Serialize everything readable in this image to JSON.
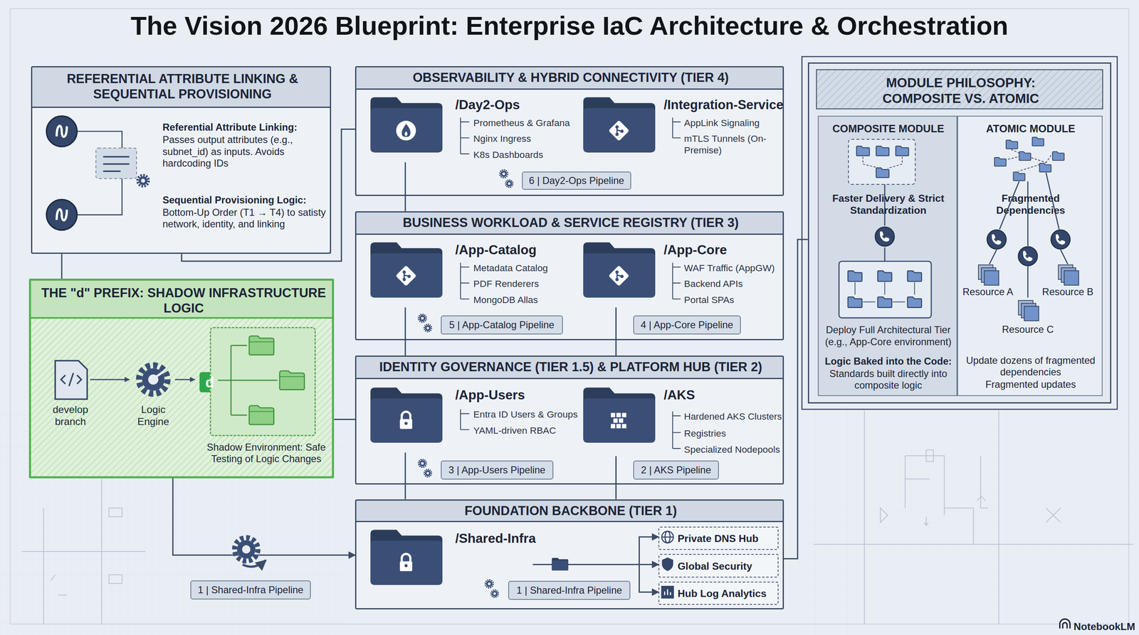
{
  "diagram": {
    "title": "The Vision 2026 Blueprint: Enterprise IaC Architecture & Orchestration",
    "nodes": [
      {
        "text": [
          "REFERENTIAL ATTRIBUTE LINKING & SEQUENTIAL PROVISIONING",
          "Referential Attribute Linking:",
          "Passes output attributes (e.g., subnet_id) as inputs. Avoids hardcoding IDs",
          "Sequential Provisioning Logic:",
          "Bottom-Up Order (T1 → T4) to satisty network, identity, and linking"
        ]
      },
      {
        "text": [
          "THE \"d\" PREFIX: SHADOW INFRASTRUCTURE LOGIC"
        ]
      },
      {
        "text": [
          "d"
        ],
        "in": 1
      },
      {
        "text": [
          "Shadow Environment: Safe Testing of Logic Changes"
        ],
        "in": 1
      },
      {
        "text": [
          "1 | Shared-Infra Pipeline"
        ]
      },
      {
        "text": [
          "OBSERVABILITY & HYBRID CONNECTIVITY (TIER 4)"
        ]
      },
      {
        "text": [
          "/Day2-Ops",
          "Prometheus & Grafana",
          "Nginx Ingress",
          "K8s Dashboards"
        ],
        "in": 5
      },
      {
        "text": [
          "/Integration-Service",
          "AppLink Signaling",
          "mTLS Tunnels (On-Premise)"
        ],
        "in": 5
      },
      {
        "text": [
          "6 | Day2-Ops Pipeline"
        ],
        "in": 5
      },
      {
        "text": [
          "BUSINESS WORKLOAD & SERVICE REGISTRY (TIER 3)"
        ]
      },
      {
        "text": [
          "/App-Catalog",
          "Metadata Catalog",
          "PDF Renderers",
          "MongoDB Allas"
        ],
        "in": 9
      },
      {
        "text": [
          "/App-Core",
          "WAF Traffic (AppGW)",
          "Backend APIs",
          "Portal SPAs"
        ],
        "in": 9
      },
      {
        "text": [
          "5 | App-Catalog Pipeline"
        ],
        "in": 9
      },
      {
        "text": [
          "4 | App-Core Pipeline"
        ],
        "in": 9
      },
      {
        "text": [
          "IDENTITY GOVERNANCE (TIER 1.5) & PLATFORM HUB (TIER 2)"
        ]
      },
      {
        "text": [
          "/App-Users",
          "Entra ID Users & Groups",
          "YAML-driven RBAC"
        ],
        "in": 14
      },
      {
        "text": [
          "/AKS",
          "Hardened AKS Clusters",
          "Registries",
          "Specialized Nodepools"
        ],
        "in": 14
      },
      {
        "text": [
          "3 | App-Users Pipeline"
        ],
        "in": 14
      },
      {
        "text": [
          "2 | AKS Pipeline"
        ],
        "in": 14
      },
      {
        "text": [
          "FOUNDATION BACKBONE (TIER 1)"
        ]
      },
      {
        "text": [
          "/Shared-Infra"
        ],
        "in": 19
      },
      {
        "text": [
          "1 | Shared-Infra Pipeline"
        ],
        "in": 19
      },
      {
        "text": [
          "Private DNS Hub"
        ],
        "in": 19
      },
      {
        "text": [
          "Global Security"
        ],
        "in": 19
      },
      {
        "text": [
          "Hub Log Analytics"
        ],
        "in": 19
      },
      {
        "text": [
          "MODULE PHILOSOPHY: COMPOSITE VS. ATOMIC"
        ]
      },
      {
        "text": [
          "COMPOSITE MODULE",
          "Faster Delivery & Strict Standardization",
          "Deploy Full Architectural Tier (e.g., App-Core environment)",
          "Logic Baked into the Code:",
          "Standards built directly into composite logic"
        ],
        "in": 25
      },
      {
        "text": [
          "ATOMIC MODULE",
          "Fragmented Dependencies",
          "Update dozens of fragmented dependencies",
          "Fragmented updates"
        ],
        "in": 25
      }
    ],
    "edges": [
      {
        "from": 0,
        "to": 1,
        "arrow": "none"
      },
      {
        "from": 0,
        "to": 5,
        "arrow": "none"
      },
      {
        "from": 1,
        "to": 14,
        "arrow": "none"
      },
      {
        "from": 1,
        "to": 19,
        "arrow": "to"
      },
      {
        "from": 6,
        "to": 9,
        "arrow": "none"
      },
      {
        "from": 10,
        "to": 14,
        "arrow": "none"
      },
      {
        "from": 15,
        "to": 19,
        "arrow": "none"
      },
      {
        "from": 11,
        "to": 14,
        "arrow": "none"
      },
      {
        "from": 16,
        "to": 19,
        "arrow": "none"
      },
      {
        "from": 20,
        "to": 22,
        "arrow": "to"
      },
      {
        "from": 20,
        "to": 23,
        "arrow": "to"
      },
      {
        "from": 20,
        "to": 24,
        "arrow": "to"
      },
      {
        "from": 19,
        "to": 25,
        "arrow": "none"
      }
    ],
    "labels": [
      "develop branch",
      "Logic Engine",
      "Resource A",
      "Resource B",
      "Resource C",
      "NotebookLM"
    ]
  }
}
